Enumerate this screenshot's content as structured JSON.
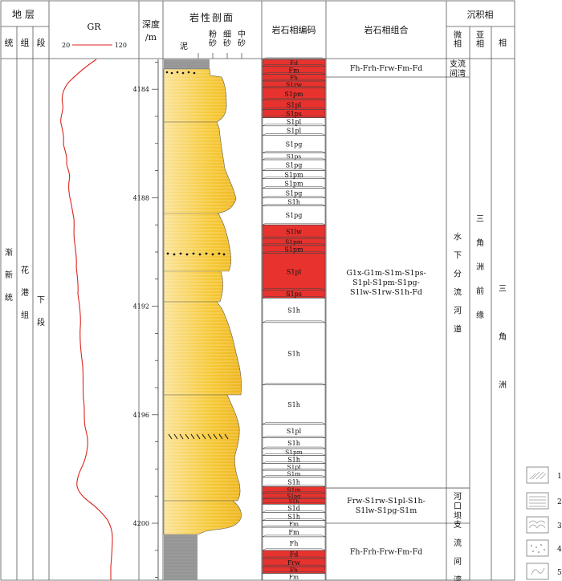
{
  "header": {
    "strata": "地层",
    "tong": "统",
    "zu": "组",
    "duan": "段",
    "gr": "GR",
    "gr_min": "20",
    "gr_max": "120",
    "depth": "深度",
    "depth_unit": "/m",
    "profile": "岩性剖面",
    "grain_mud": "泥",
    "grain_silt": "粉砂",
    "grain_fine": "细砂",
    "grain_mid": "中砂",
    "code": "岩石相编码",
    "assoc": "岩石相组合",
    "sed": "沉积相",
    "micro": "微相",
    "sub": "亚相",
    "facies": "相"
  },
  "strata": {
    "series": "渐新统",
    "formation": "花港组",
    "member": "下段"
  },
  "depth_ticks": [
    "4184",
    "4188",
    "4192",
    "4196",
    "4200"
  ],
  "codes": [
    {
      "t": "Fd",
      "d0": 4182.9,
      "d1": 4183.15,
      "red": true
    },
    {
      "t": "Fm",
      "d0": 4183.15,
      "d1": 4183.45,
      "red": true
    },
    {
      "t": "Fh",
      "d0": 4183.45,
      "d1": 4183.7,
      "red": true
    },
    {
      "t": "S1rw",
      "d0": 4183.7,
      "d1": 4183.95,
      "red": true
    },
    {
      "t": "S1pm",
      "d0": 4183.95,
      "d1": 4184.4,
      "red": true
    },
    {
      "t": "S1pl",
      "d0": 4184.4,
      "d1": 4184.75,
      "red": true
    },
    {
      "t": "S1ps",
      "d0": 4184.75,
      "d1": 4185.05,
      "red": true
    },
    {
      "t": "S1pl",
      "d0": 4185.05,
      "d1": 4185.35,
      "red": false
    },
    {
      "t": "S1pl",
      "d0": 4185.35,
      "d1": 4185.7,
      "red": false
    },
    {
      "t": "S1pg",
      "d0": 4185.7,
      "d1": 4186.35,
      "red": false
    },
    {
      "t": "S1ps",
      "d0": 4186.35,
      "d1": 4186.6,
      "red": false
    },
    {
      "t": "S1pg",
      "d0": 4186.6,
      "d1": 4187.0,
      "red": false
    },
    {
      "t": "S1pm",
      "d0": 4187.0,
      "d1": 4187.3,
      "red": false
    },
    {
      "t": "S1pm",
      "d0": 4187.3,
      "d1": 4187.65,
      "red": false
    },
    {
      "t": "S1pg",
      "d0": 4187.65,
      "d1": 4188.0,
      "red": false
    },
    {
      "t": "S1h",
      "d0": 4188.0,
      "d1": 4188.3,
      "red": false
    },
    {
      "t": "S1pg",
      "d0": 4188.3,
      "d1": 4189.0,
      "red": false
    },
    {
      "t": "S1lw",
      "d0": 4189.0,
      "d1": 4189.5,
      "red": true
    },
    {
      "t": "S1pm",
      "d0": 4189.5,
      "d1": 4189.75,
      "red": true
    },
    {
      "t": "S1pm",
      "d0": 4189.75,
      "d1": 4190.05,
      "red": true
    },
    {
      "t": "S1pl",
      "d0": 4190.05,
      "d1": 4191.4,
      "red": true
    },
    {
      "t": "S1ps",
      "d0": 4191.4,
      "d1": 4191.7,
      "red": true
    },
    {
      "t": "S1h",
      "d0": 4191.7,
      "d1": 4192.6,
      "red": false
    },
    {
      "t": "S1h",
      "d0": 4192.6,
      "d1": 4194.9,
      "red": false
    },
    {
      "t": "S1h",
      "d0": 4194.9,
      "d1": 4196.35,
      "red": false
    },
    {
      "t": "S1pl",
      "d0": 4196.35,
      "d1": 4196.85,
      "red": false
    },
    {
      "t": "S1h",
      "d0": 4196.85,
      "d1": 4197.25,
      "red": false
    },
    {
      "t": "S1pm",
      "d0": 4197.25,
      "d1": 4197.5,
      "red": false
    },
    {
      "t": "S1h",
      "d0": 4197.5,
      "d1": 4197.8,
      "red": false
    },
    {
      "t": "S1pl",
      "d0": 4197.8,
      "d1": 4198.05,
      "red": false
    },
    {
      "t": "S1m",
      "d0": 4198.05,
      "d1": 4198.3,
      "red": false
    },
    {
      "t": "S1h",
      "d0": 4198.3,
      "d1": 4198.65,
      "red": false
    },
    {
      "t": "S1m",
      "d0": 4198.65,
      "d1": 4198.9,
      "red": true
    },
    {
      "t": "S1pg",
      "d0": 4198.9,
      "d1": 4199.1,
      "red": true
    },
    {
      "t": "S1h",
      "d0": 4199.1,
      "d1": 4199.3,
      "red": true
    },
    {
      "t": "S1d",
      "d0": 4199.3,
      "d1": 4199.6,
      "red": false
    },
    {
      "t": "S1h",
      "d0": 4199.6,
      "d1": 4199.9,
      "red": false
    },
    {
      "t": "Fm",
      "d0": 4199.9,
      "d1": 4200.15,
      "red": false
    },
    {
      "t": "Fm",
      "d0": 4200.15,
      "d1": 4200.5,
      "red": false
    },
    {
      "t": "Fh",
      "d0": 4200.5,
      "d1": 4201.0,
      "red": false
    },
    {
      "t": "Fd",
      "d0": 4201.0,
      "d1": 4201.3,
      "red": true
    },
    {
      "t": "Frw",
      "d0": 4201.3,
      "d1": 4201.6,
      "red": true
    },
    {
      "t": "Fh",
      "d0": 4201.6,
      "d1": 4201.85,
      "red": true
    },
    {
      "t": "Fm",
      "d0": 4201.85,
      "d1": 4202.1,
      "red": false
    }
  ],
  "assoc": [
    {
      "lines": [
        "Fh-Frh-Frw-Fm-Fd"
      ],
      "d0": 4182.9,
      "d1": 4183.55
    },
    {
      "lines": [
        "G1x-G1m-S1m-S1ps-",
        "S1pl-S1pm-S1pg-",
        "S1lw-S1rw-S1h-Fd"
      ],
      "d0": 4183.55,
      "d1": 4198.7
    },
    {
      "lines": [
        "Frw-S1rw-S1pl-S1h-",
        "S1lw-S1pg-S1m"
      ],
      "d0": 4198.7,
      "d1": 4200.0
    },
    {
      "lines": [
        "Fh-Frh-Frw-Fm-Fd"
      ],
      "d0": 4200.0,
      "d1": 4202.1
    }
  ],
  "micro": [
    {
      "text": "支流间湾",
      "d0": 4182.9,
      "d1": 4183.55
    },
    {
      "text": "水下分流河道",
      "d0": 4183.55,
      "d1": 4198.7
    },
    {
      "text": "河口坝",
      "d0": 4198.7,
      "d1": 4200.0
    },
    {
      "text": "支流间湾",
      "d0": 4200.0,
      "d1": 4202.1
    }
  ],
  "subfacies": "三角洲前缘",
  "facies": "三角洲",
  "legend": [
    "1",
    "2",
    "3",
    "4",
    "5"
  ],
  "colors": {
    "red": "#e8322e",
    "sand": "#f6c936",
    "sand_light": "#fbe08a",
    "mud": "#9e9e9e",
    "gr": "#d9261c"
  }
}
